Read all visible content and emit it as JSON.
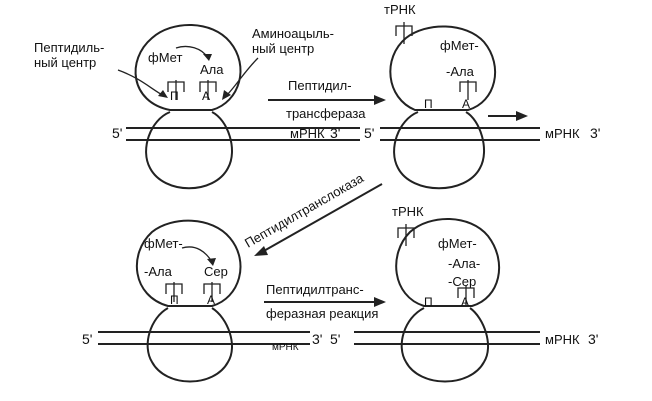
{
  "panel1": {
    "peptidyl_center": [
      "Пептидиль-",
      "ный центр"
    ],
    "aminoacyl_center": [
      "Аминоацыль-",
      "ный центр"
    ],
    "site_p_aa": "фМет",
    "site_a_aa": "Ала",
    "site_p": "П",
    "site_a": "А",
    "mrna_5": "5'",
    "mrna_label": "мРНК",
    "mrna_3": "3'"
  },
  "step1_arrow": [
    "Пептидил-",
    "трансфераза"
  ],
  "panel2": {
    "trna_label": "тРНК",
    "chain": [
      "фМет-",
      "-Ала"
    ],
    "site_p": "П",
    "site_a": "А",
    "mrna_5": "5'",
    "mrna_label": "мРНК",
    "mrna_3": "3'"
  },
  "step2_arrow": "Пептидилтранслоказа",
  "panel3": {
    "chain": [
      "фМет-",
      "-Ала"
    ],
    "site_a_aa": "Сер",
    "site_p": "П",
    "site_a": "А",
    "mrna_5": "5'",
    "mrna_label": "мРНК",
    "mrna_3": "3'"
  },
  "step3_arrow": [
    "Пептидилтранс-",
    "феразная реакция"
  ],
  "panel4": {
    "trna_label": "тРНК",
    "chain": [
      "фМет-",
      "-Ала-",
      "-Сер"
    ],
    "site_p": "П",
    "site_a": "А",
    "mrna_5": "5'",
    "mrna_label": "мРНК",
    "mrna_3": "3'"
  }
}
